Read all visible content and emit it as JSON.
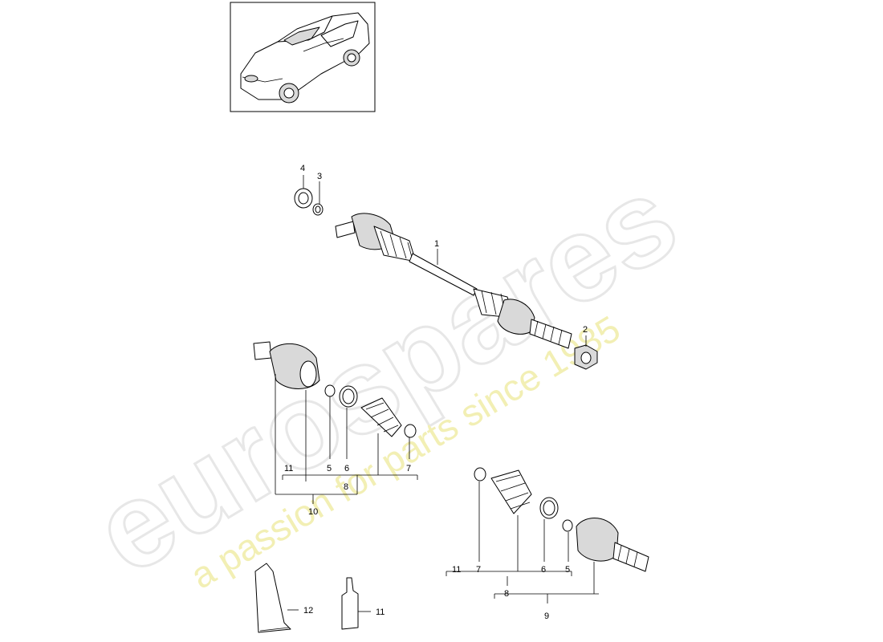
{
  "watermark": {
    "brand": "eurospares",
    "tagline": "a passion for parts since 1985"
  },
  "thumbnail": {
    "icon": "car-icon"
  },
  "callouts": {
    "c1": "1",
    "c2": "2",
    "c3": "3",
    "c4": "4",
    "group_a": {
      "c11": "11",
      "c5": "5",
      "c6": "6",
      "c7": "7",
      "c8": "8",
      "c10": "10"
    },
    "group_b": {
      "c11": "11",
      "c7": "7",
      "c6": "6",
      "c5": "5",
      "c8": "8",
      "c9": "9"
    },
    "c12": "12",
    "c11_bottle": "11"
  }
}
